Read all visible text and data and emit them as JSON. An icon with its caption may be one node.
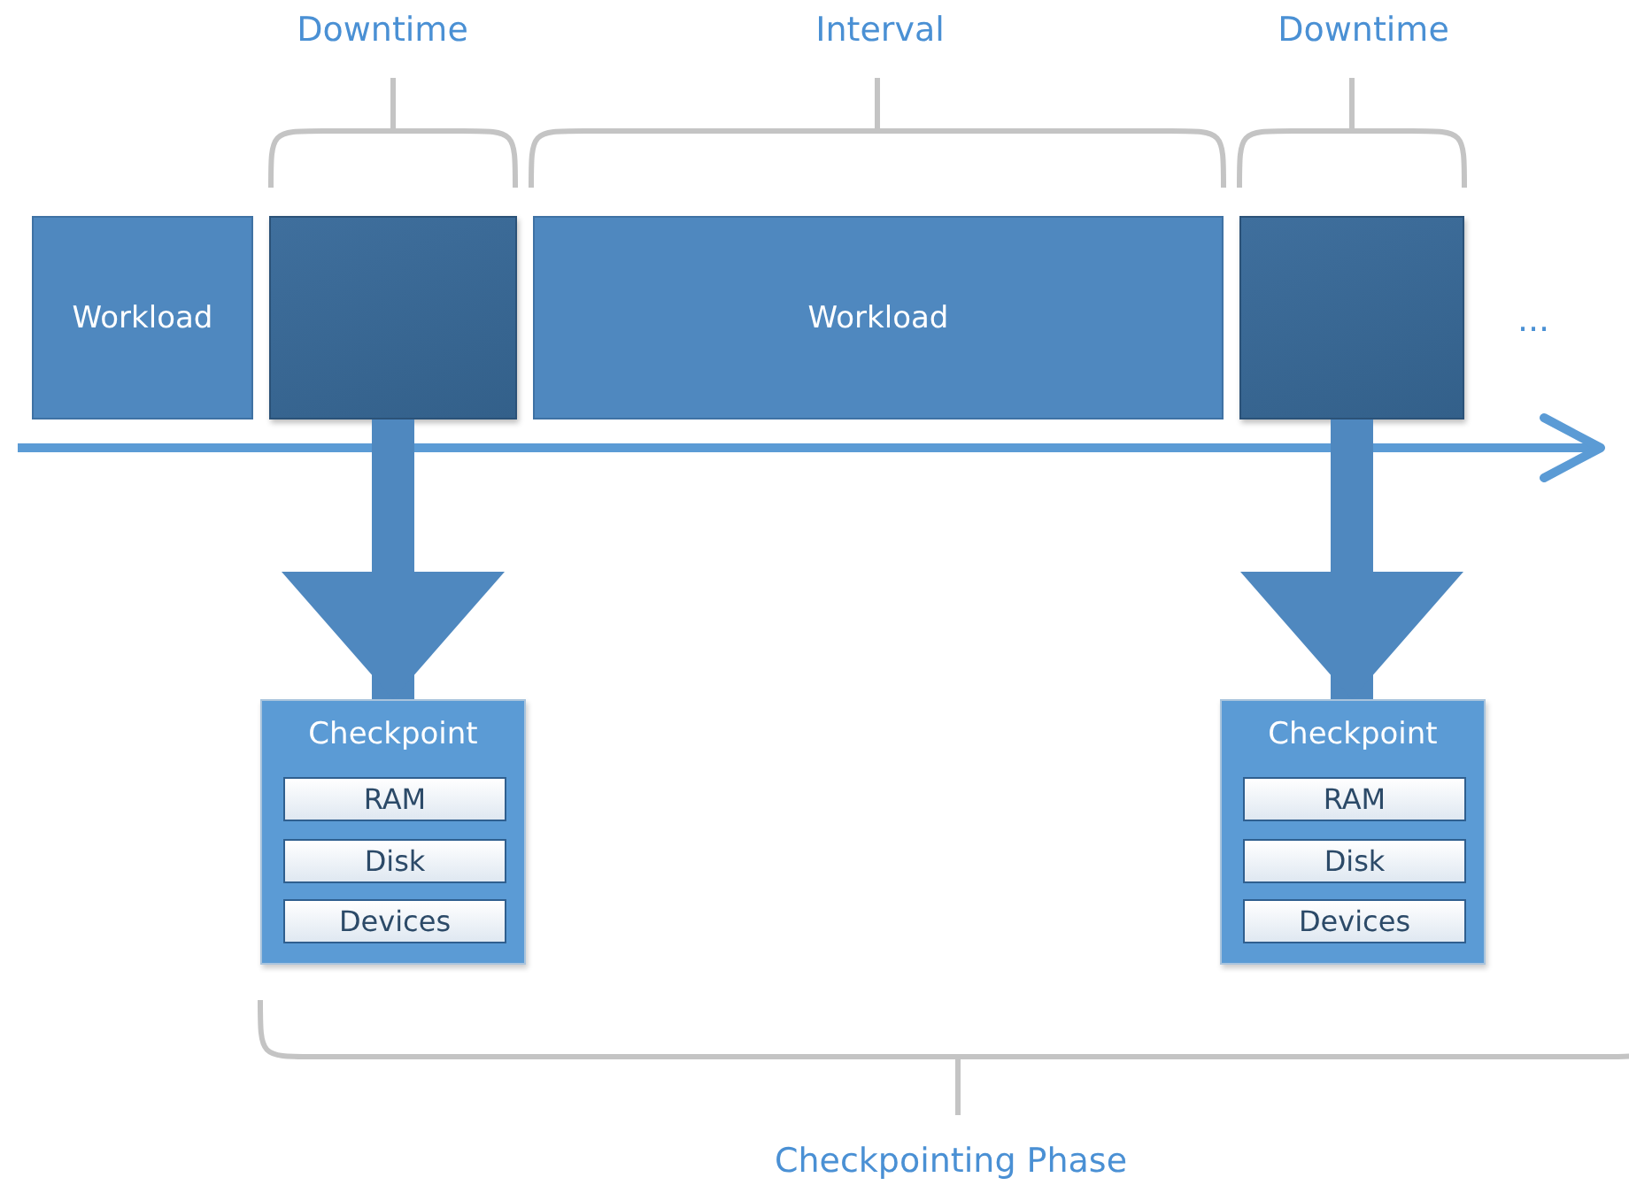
{
  "diagram": {
    "nodes": [
      {
        "text": [
          "Workload"
        ]
      },
      {
        "text": [],
        "shape": "box"
      },
      {
        "text": [
          "Workload"
        ]
      },
      {
        "text": [],
        "shape": "box"
      },
      {
        "text": [
          "Checkpoint"
        ]
      },
      {
        "text": [
          "RAM"
        ],
        "in": 4
      },
      {
        "text": [
          "Disk"
        ],
        "in": 4
      },
      {
        "text": [
          "Devices"
        ],
        "in": 4
      },
      {
        "text": [
          "Checkpoint"
        ]
      },
      {
        "text": [
          "RAM"
        ],
        "in": 8
      },
      {
        "text": [
          "Disk"
        ],
        "in": 8
      },
      {
        "text": [
          "Devices"
        ],
        "in": 8
      }
    ],
    "edges": [
      {
        "from": 1,
        "to": 4,
        "arrow": "to"
      },
      {
        "from": 3,
        "to": 8,
        "arrow": "to"
      }
    ],
    "labels": [
      "Downtime",
      "Interval",
      "Downtime",
      "...",
      "Checkpointing Phase"
    ]
  }
}
